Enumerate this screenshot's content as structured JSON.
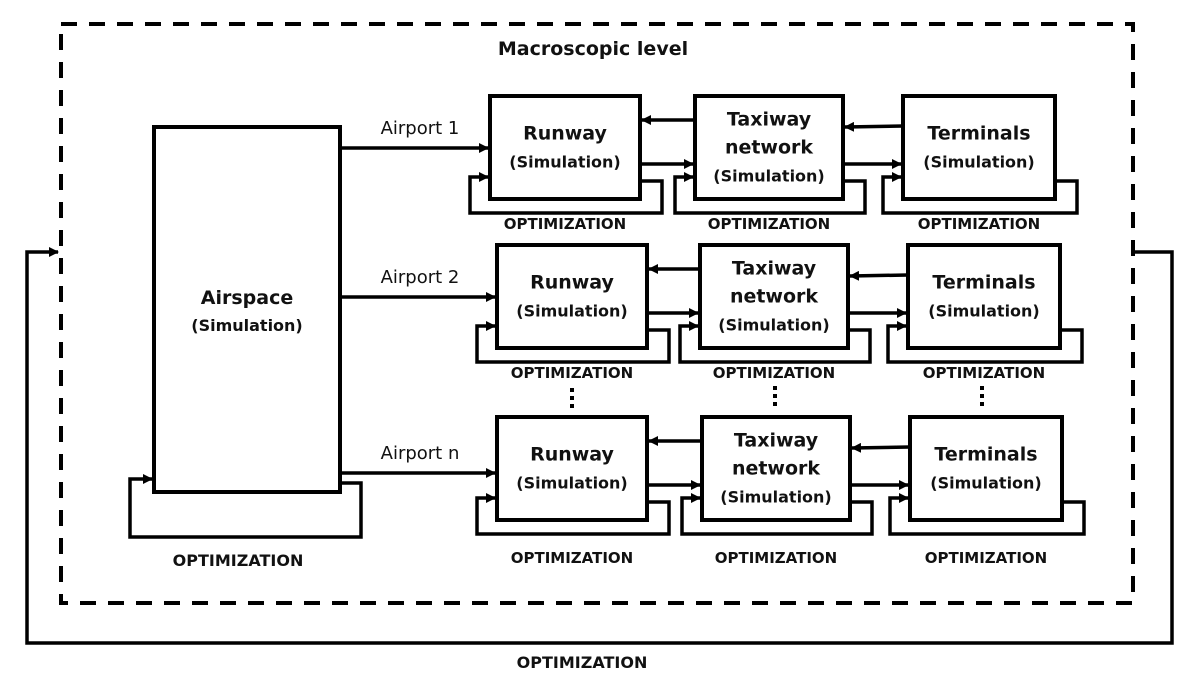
{
  "diagram": {
    "title": "Macroscopic level",
    "outer_loop_label": "OPTIMIZATION",
    "airspace": {
      "name": "Airspace",
      "sub": "(Simulation)",
      "loop_label": "OPTIMIZATION"
    },
    "airports": [
      {
        "edge_label": "Airport 1",
        "runway": {
          "name": "Runway",
          "sub": "(Simulation)",
          "loop_label": "OPTIMIZATION"
        },
        "taxiway": {
          "name1": "Taxiway",
          "name2": "network",
          "sub": "(Simulation)",
          "loop_label": "OPTIMIZATION"
        },
        "terminals": {
          "name": "Terminals",
          "sub": "(Simulation)",
          "loop_label": "OPTIMIZATION"
        }
      },
      {
        "edge_label": "Airport 2",
        "runway": {
          "name": "Runway",
          "sub": "(Simulation)",
          "loop_label": "OPTIMIZATION"
        },
        "taxiway": {
          "name1": "Taxiway",
          "name2": "network",
          "sub": "(Simulation)",
          "loop_label": "OPTIMIZATION"
        },
        "terminals": {
          "name": "Terminals",
          "sub": "(Simulation)",
          "loop_label": "OPTIMIZATION"
        }
      },
      {
        "edge_label": "Airport n",
        "runway": {
          "name": "Runway",
          "sub": "(Simulation)",
          "loop_label": "OPTIMIZATION"
        },
        "taxiway": {
          "name1": "Taxiway",
          "name2": "network",
          "sub": "(Simulation)",
          "loop_label": "OPTIMIZATION"
        },
        "terminals": {
          "name": "Terminals",
          "sub": "(Simulation)",
          "loop_label": "OPTIMIZATION"
        }
      }
    ]
  }
}
